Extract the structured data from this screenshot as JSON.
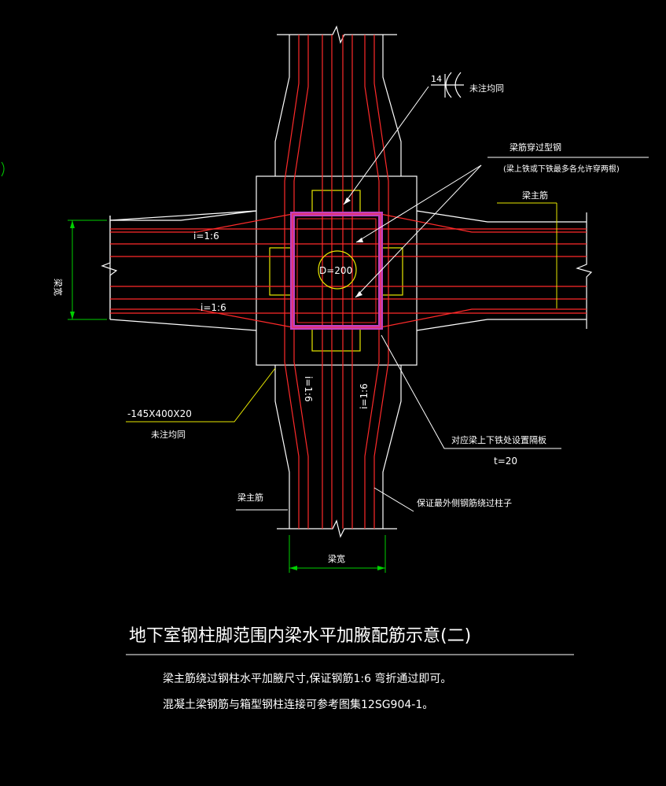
{
  "drawing": {
    "title": "地下室钢柱脚范围内梁水平加腋配筋示意(二)",
    "notes": [
      "梁主筋绕过钢柱水平加腋尺寸,保证钢筋1:6 弯折通过即可。",
      "混凝土梁钢筋与箱型钢柱连接可参考图集12SG904-1。"
    ],
    "labels": {
      "stud_size": "14",
      "stud_note": "未注均同",
      "rebar_through": "梁筋穿过型钢",
      "rebar_through_note": "(梁上铁或下铁最多各允许穿两根)",
      "main_rebar_right": "梁主筋",
      "beam_width_left": "梁宽",
      "slope_top": "i=1:6",
      "slope_bottom": "i=1:6",
      "slope_col_left": "i=1:6",
      "slope_col_right": "i=1:6",
      "hole": "D=200",
      "plate_size": "-145X400X20",
      "plate_note": "未注均同",
      "stiffener": "对应梁上下铁处设置隔板",
      "stiffener_thk": "t=20",
      "main_rebar_bottom": "梁主筋",
      "outer_rebar": "保证最外侧钢筋绕过柱子",
      "beam_width_bottom": "梁宽"
    },
    "colors": {
      "background": "#000000",
      "outline": "#ffffff",
      "rebar": "#ff2a2a",
      "leader": "#ffff00",
      "dimension": "#00d000",
      "steel_box": "#c040c0"
    }
  }
}
